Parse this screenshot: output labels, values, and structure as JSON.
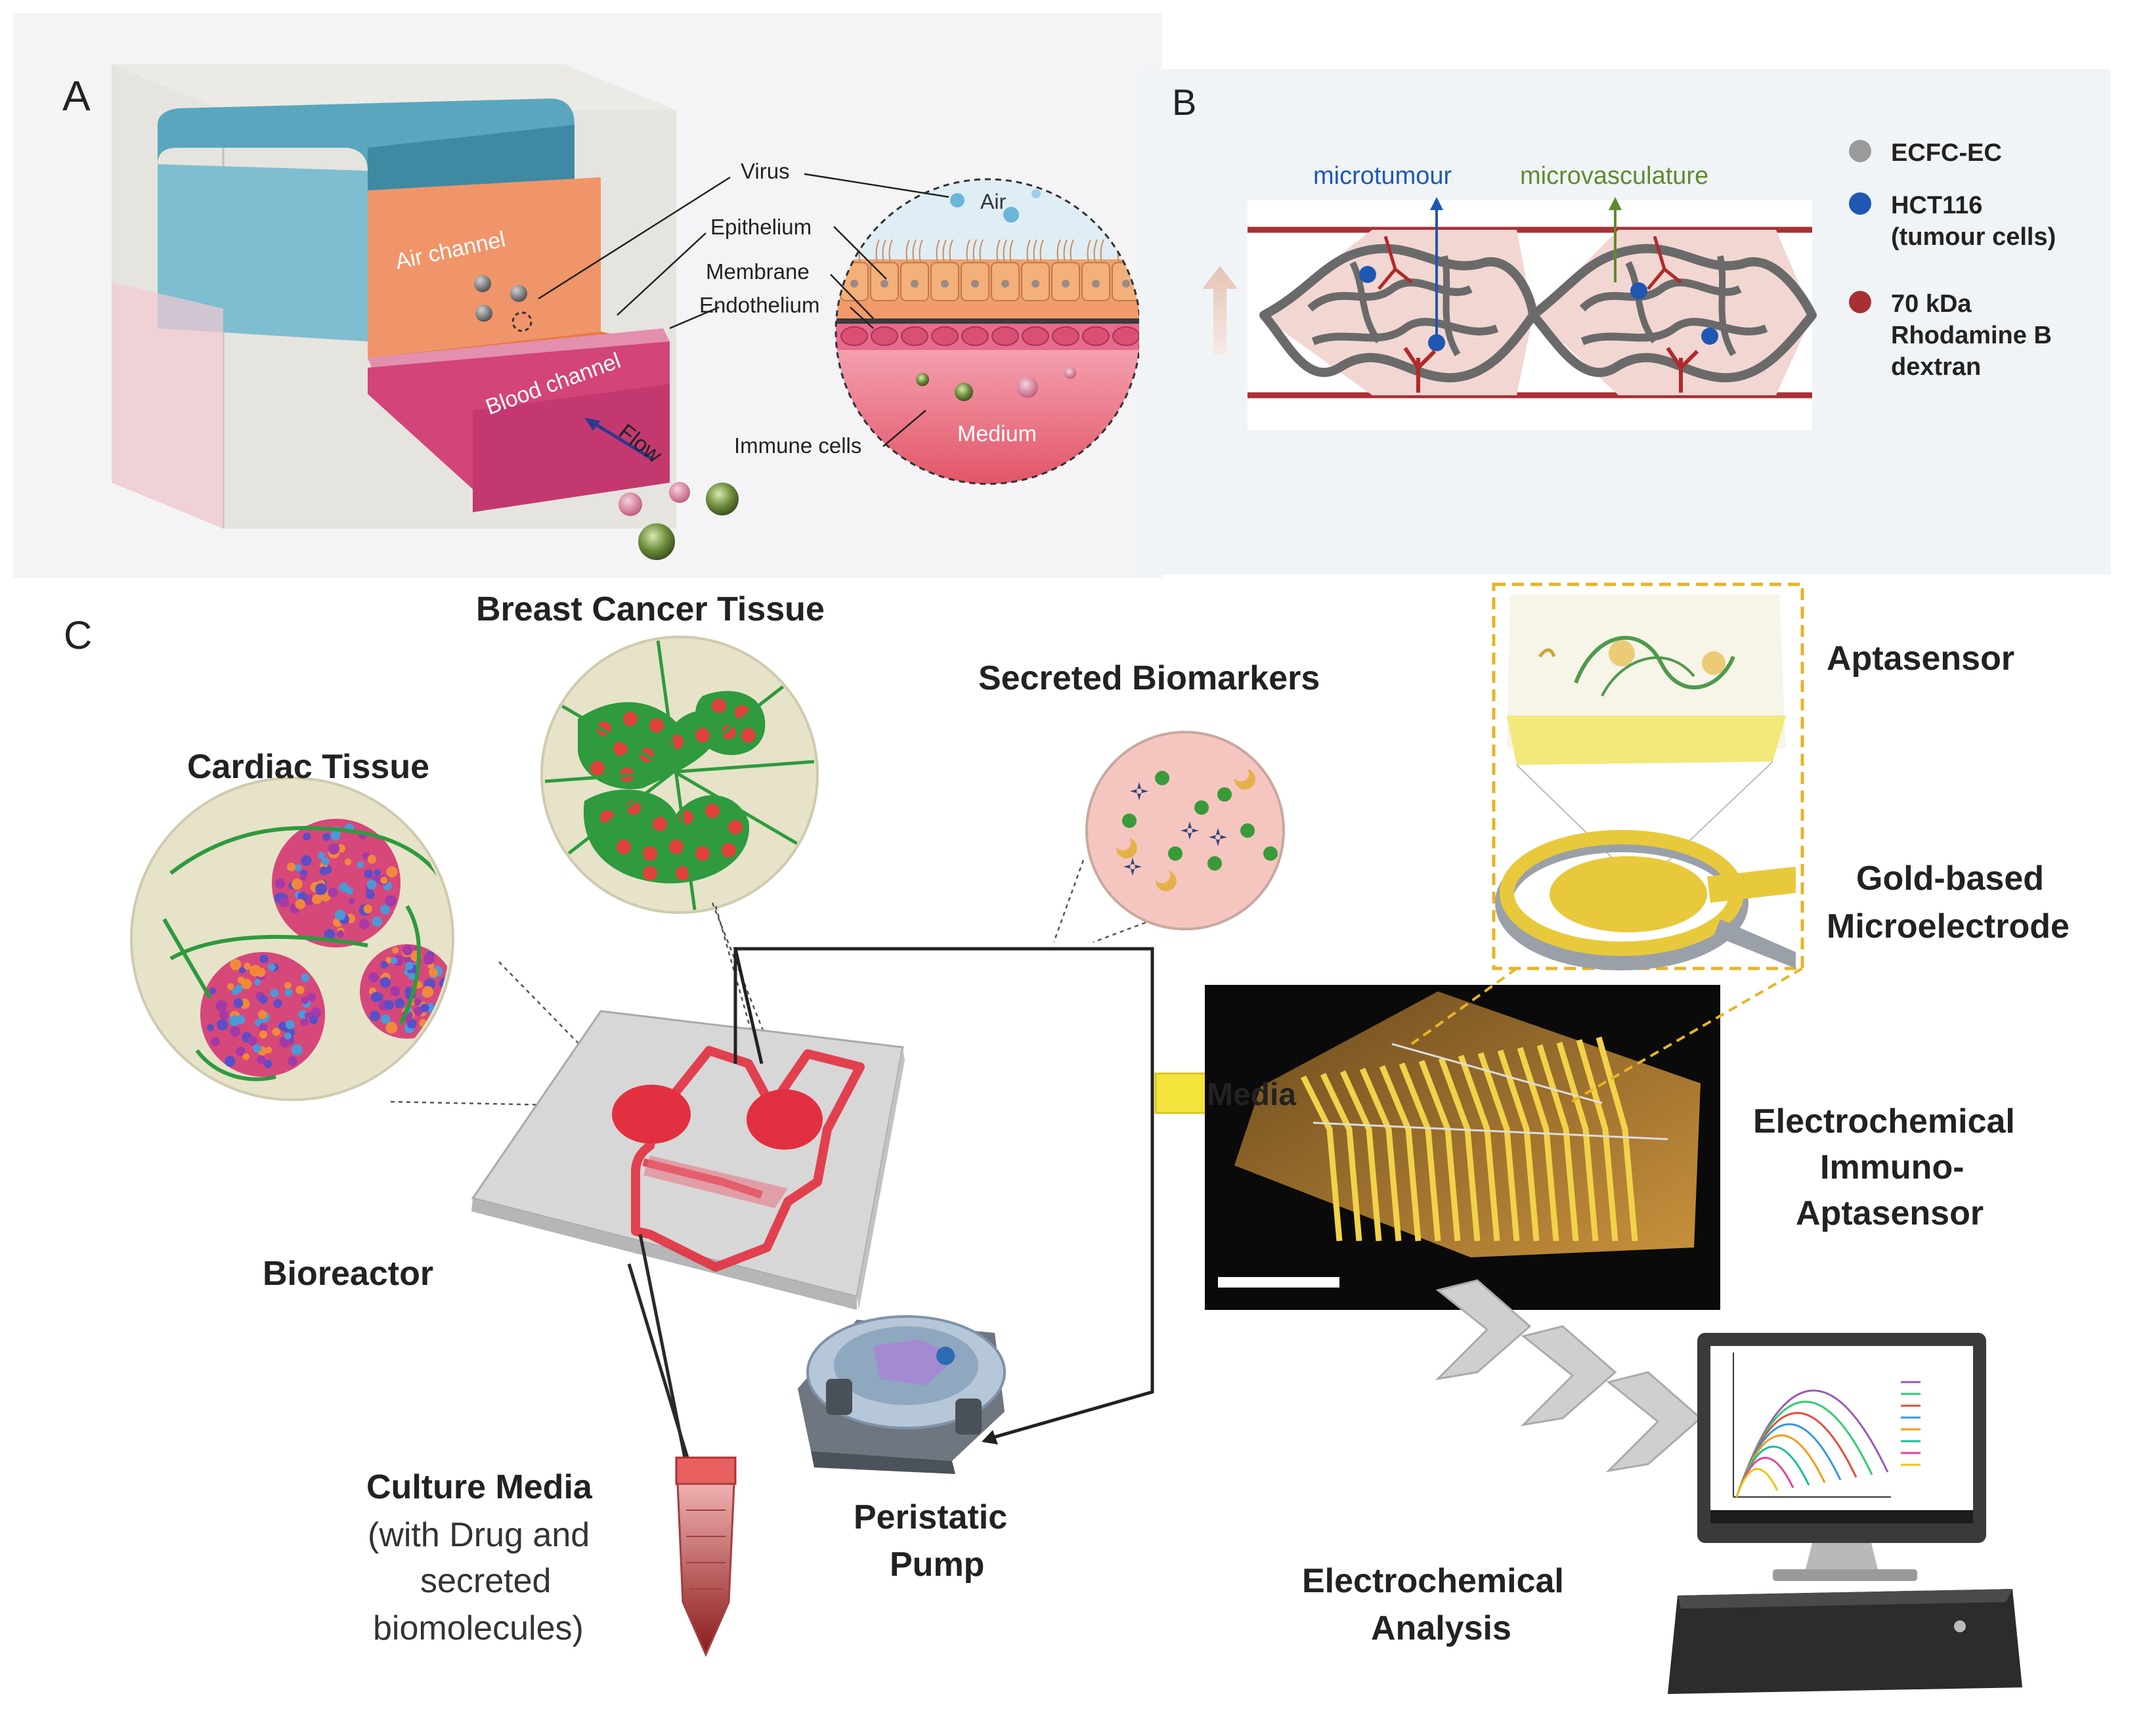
{
  "panel_a": {
    "letter": "A",
    "labels": {
      "virus": "Virus",
      "air_short": "Air",
      "epithelium": "Epithelium",
      "membrane": "Membrane",
      "endothelium": "Endothelium",
      "immune_cells": "Immune cells",
      "medium": "Medium",
      "air_channel": "Air channel",
      "blood_channel": "Blood channel",
      "flow": "Flow"
    }
  },
  "panel_b": {
    "letter": "B",
    "labels": {
      "microtumour": "microtumour",
      "microvasculature": "microvasculature"
    },
    "legend": [
      {
        "lines": [
          "ECFC-EC"
        ],
        "color": "#9a9a9a"
      },
      {
        "lines": [
          "HCT116",
          "(tumour cells)"
        ],
        "color": "#1f57b3"
      },
      {
        "lines": [
          "70 kDa",
          "Rhodamine B",
          "dextran"
        ],
        "color": "#a83035"
      }
    ]
  },
  "panel_c": {
    "letter": "C",
    "labels": {
      "breast_cancer_tissue": "Breast Cancer Tissue",
      "cardiac_tissue": "Cardiac Tissue",
      "secreted_biomarkers": "Secreted Biomarkers",
      "aptasensor": "Aptasensor",
      "gold_line1": "Gold-based",
      "gold_line2": "Microelectrode",
      "media": "Media",
      "electrochemical_line1": "Electrochemical",
      "electrochemical_line2": "Immuno-",
      "electrochemical_line3": "Aptasensor",
      "bioreactor": "Bioreactor",
      "culture_media_title": "Culture Media",
      "culture_line1": "(with Drug and",
      "culture_line2": "secreted",
      "culture_line3": "biomolecules)",
      "peristatic_line1": "Peristatic",
      "peristatic_line2": "Pump",
      "analysis_line1": "Electrochemical",
      "analysis_line2": "Analysis"
    }
  },
  "colors": {
    "blue_channel": "#5aa6bf",
    "air_orange": "#f0956a",
    "blood_pink": "#d2447a",
    "vessel_red": "#a83035",
    "tumour_blue": "#1f57b3",
    "vasc_green": "#5f8a2e",
    "tissue_bg": "#e6e3c9",
    "chip_red": "#e23040",
    "gold": "#e8c93b"
  }
}
